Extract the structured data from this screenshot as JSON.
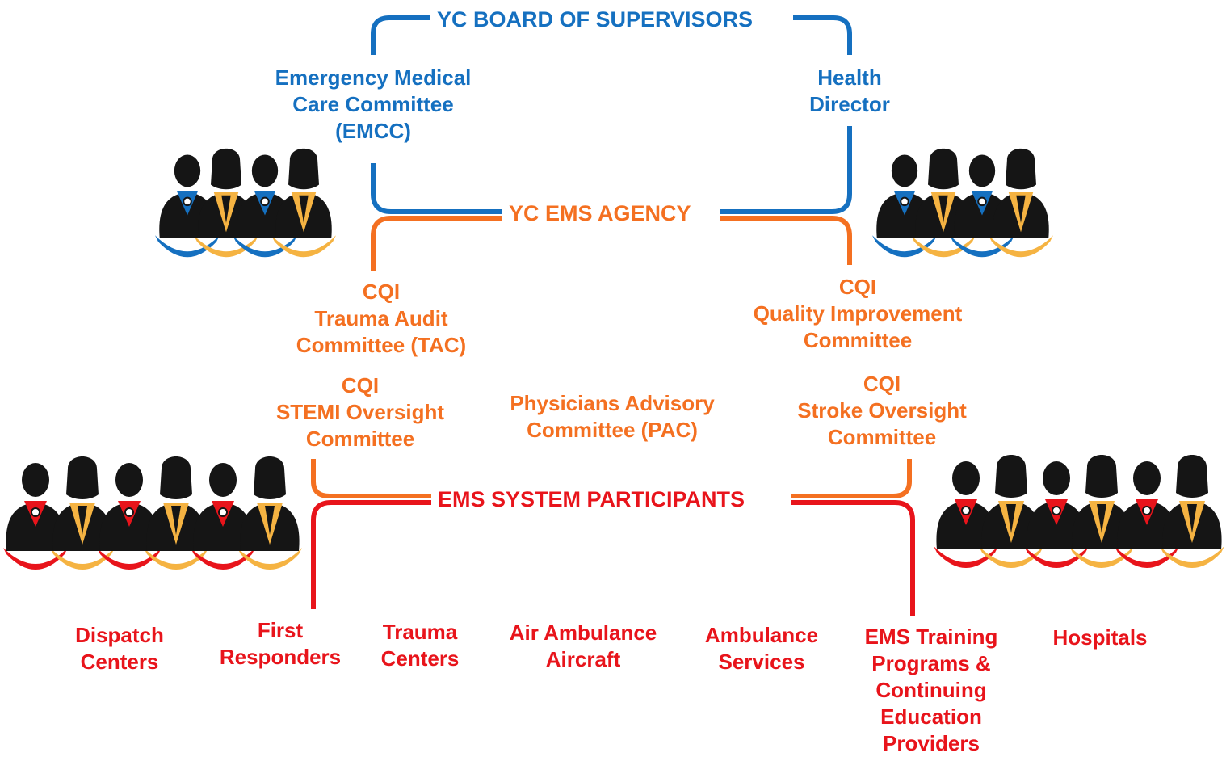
{
  "colors": {
    "blue": "#1570c0",
    "orange": "#f47021",
    "red": "#e8141b",
    "dark": "#1a1a1a",
    "gold": "#f5b342"
  },
  "headers": {
    "board": "YC BOARD OF SUPERVISORS",
    "agency": "YC EMS AGENCY",
    "participants": "EMS SYSTEM PARTICIPANTS"
  },
  "board_reports": {
    "emcc": "Emergency Medical\nCare Committee\n(EMCC)",
    "health_director": "Health\nDirector"
  },
  "committees": {
    "trauma": "CQI\nTrauma Audit\nCommittee (TAC)",
    "quality": "CQI\nQuality Improvement\nCommittee",
    "stemi": "CQI\nSTEMI Oversight\nCommittee",
    "pac": "Physicians Advisory\nCommittee (PAC)",
    "stroke": "CQI\nStroke Oversight\nCommittee"
  },
  "participants": [
    "Dispatch\nCenters",
    "First\nResponders",
    "Trauma\nCenters",
    "Air Ambulance\nAircraft",
    "Ambulance\nServices",
    "EMS Training\nPrograms &\nContinuing\nEducation\nProviders",
    "Hospitals"
  ],
  "icons": {
    "group_top_left": "people-group-icon",
    "group_top_right": "people-group-icon",
    "group_bottom_left": "people-group-icon",
    "group_bottom_right": "people-group-icon"
  }
}
